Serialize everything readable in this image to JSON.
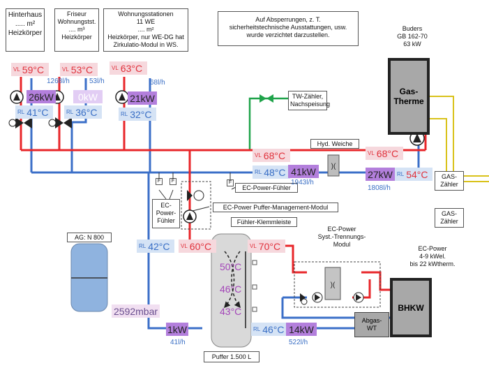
{
  "consumers": {
    "hinterhaus": "Hinterhaus\n..... m²\nHeizkörper",
    "friseur": "Friseur\nWohnungstst.\n.... m³\nHeizkörper",
    "wohnungen": "Wohnungsstationen\n11 WE\n.... m²\nHeizkörper, nur WE-DG hat\nZirkulatio-Modul in WS."
  },
  "note": "Auf Absperrungen, z. T.\nsicherheitstechnische Ausstattungen, usw.\nwurde verzichtet darzustellen.",
  "boiler": {
    "label": "Buders\nGB 162-70\n63 kW",
    "name": "Gas-\nTherme"
  },
  "tw_meter": "TW-Zähler,\nNachspeisung",
  "hyd_weiche": "Hyd. Weiche",
  "gas_meter_1": "GAS-\nZähler",
  "gas_meter_2": "GAS-\nZähler",
  "ec_power_sensor": "EC-Power-Fühler",
  "ec_power_sensor_left": "EC-\nPower-\nFühler",
  "puffer_module": "EC-Power Puffer-Management-Modul",
  "fuehler_klemmleiste": "Fühler-Klemmleiste",
  "separation_module": "EC-Power\nSyst.-Trennungs-\nModul",
  "bhkw": {
    "label": "EC-Power\n4-9 kWel.\nbis 22 kWtherm.",
    "name": "BHKW"
  },
  "abgas": "Abgas-\nWT",
  "ag_tank": "AG: N 800",
  "puffer_label": "Puffer 1.500 L",
  "flag_f": "F",
  "tags": {
    "vl": "VL",
    "rl": "RL"
  },
  "temps": {
    "hinterhaus_vl": "59°C",
    "hinterhaus_rl": "41°C",
    "friseur_vl": "53°C",
    "friseur_rl": "36°C",
    "wohnungen_vl": "63°C",
    "wohnungen_rl": "32°C",
    "weiche_left_vl": "68°C",
    "weiche_left_rl": "48°C",
    "weiche_right_vl": "68°C",
    "weiche_right_rl": "54°C",
    "left_riser_rl": "42°C",
    "puffer_top_vl": "60°C",
    "puffer_right_vl": "70°C",
    "puffer_bottom_rl": "46°C",
    "puffer_layer_1": "50°C",
    "puffer_layer_2": "46°C",
    "puffer_layer_3": "43°C"
  },
  "powers": {
    "hinterhaus": "26kW",
    "friseur": "0kW",
    "wohnungen": "21kW",
    "weiche_left": "41kW",
    "weiche_right": "27kW",
    "puffer_left": "1kW",
    "puffer_right": "14kW"
  },
  "flows": {
    "hinterhaus": "1268l/h",
    "friseur": "53l/h",
    "wohnungen": "68l/h",
    "weiche_left": "1943l/h",
    "weiche_right": "1808l/h",
    "puffer_left": "41l/h",
    "puffer_right": "522l/h"
  },
  "pressure": "2592mbar",
  "colors": {
    "supply": "#e8262a",
    "return": "#3b6fc8",
    "drinking_water": "#1fa34a",
    "gas": "#d9c21a",
    "device_fill": "#a8a8a8",
    "kw_fill": "#b37fdc"
  }
}
